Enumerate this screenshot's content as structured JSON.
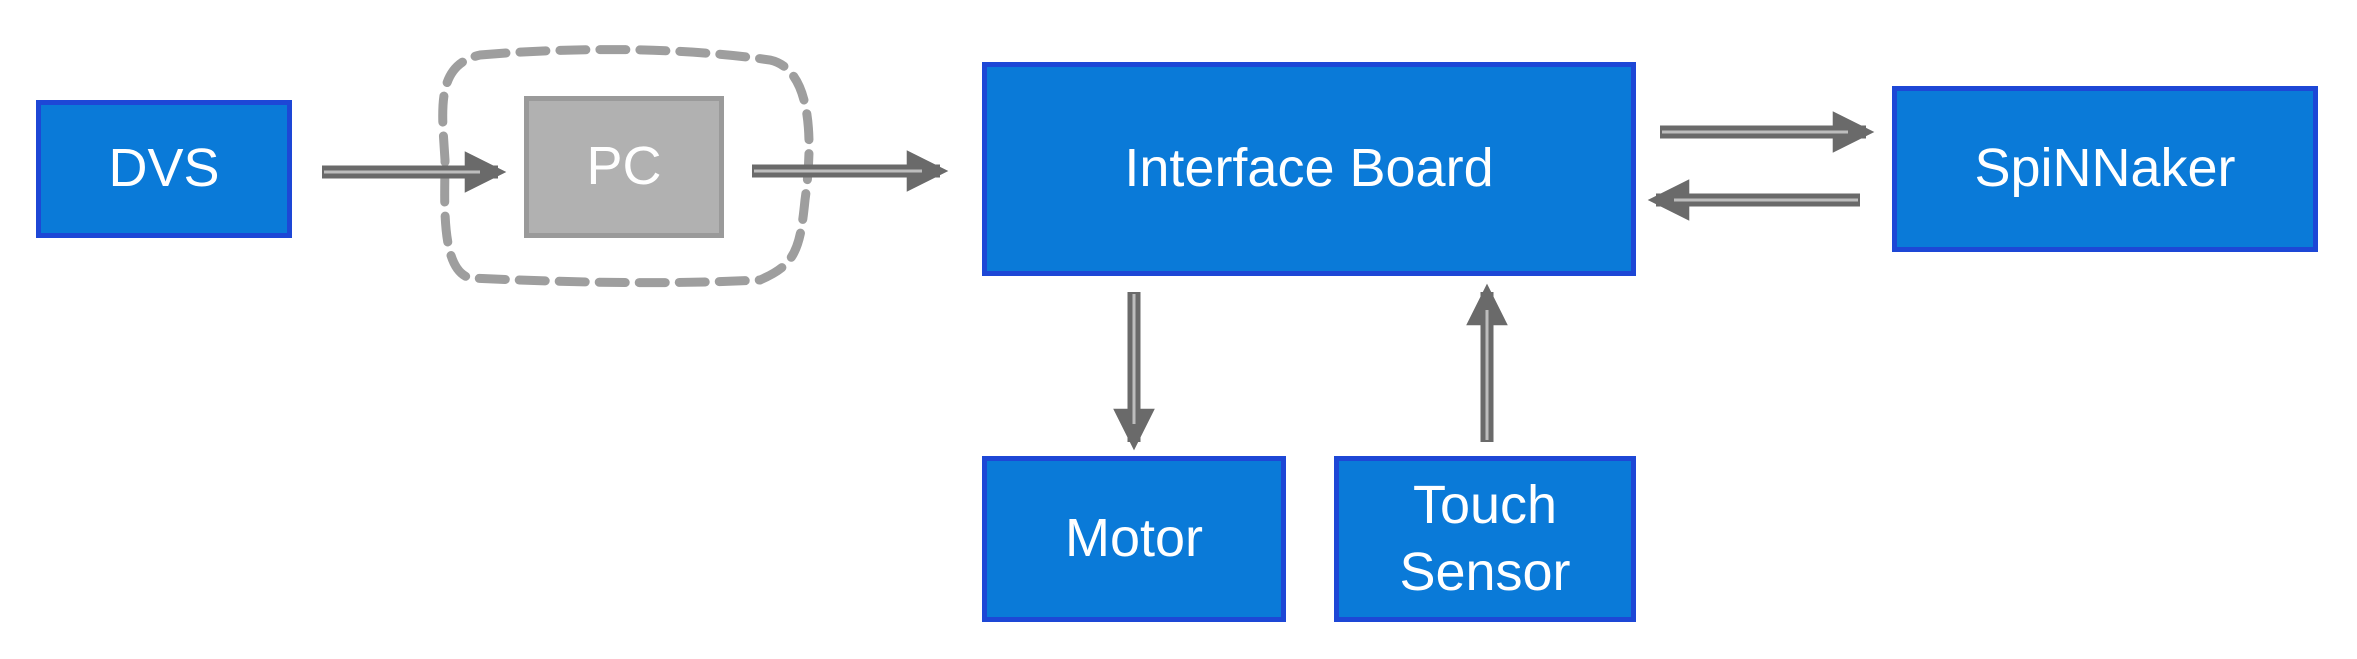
{
  "diagram": {
    "nodes": {
      "dvs": "DVS",
      "pc": "PC",
      "interface_board": "Interface Board",
      "spinnaker": "SpiNNaker",
      "motor": "Motor",
      "touch_sensor": "Touch\nSensor"
    },
    "colors": {
      "box_fill": "#0a7ad8",
      "box_border": "#1d47d6",
      "pc_fill": "#b1b1b1",
      "arrow": "#6a6a6a",
      "dashed_outline": "#9e9e9e"
    }
  }
}
